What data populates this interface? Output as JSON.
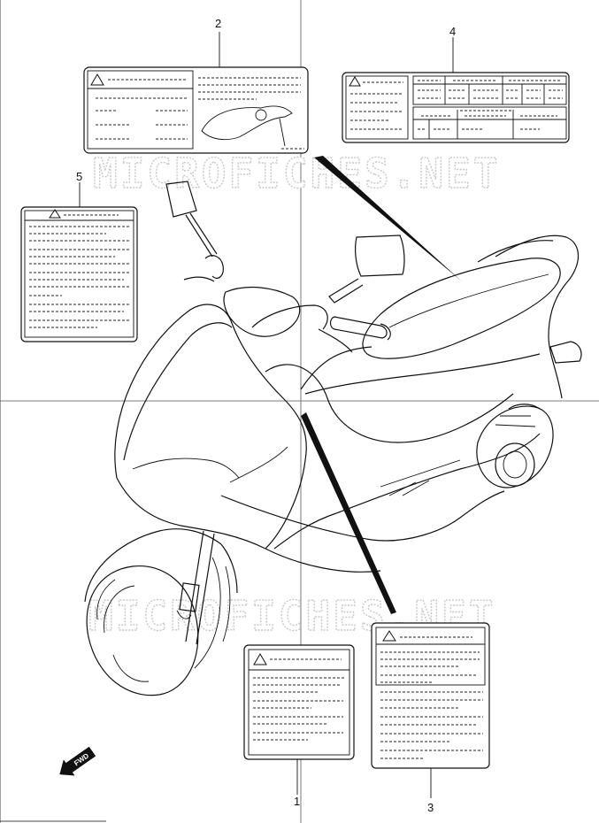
{
  "watermark": "MICROFICHES.NET",
  "fwd_label": "FWD",
  "callouts": [
    "1",
    "2",
    "3",
    "4",
    "5"
  ]
}
